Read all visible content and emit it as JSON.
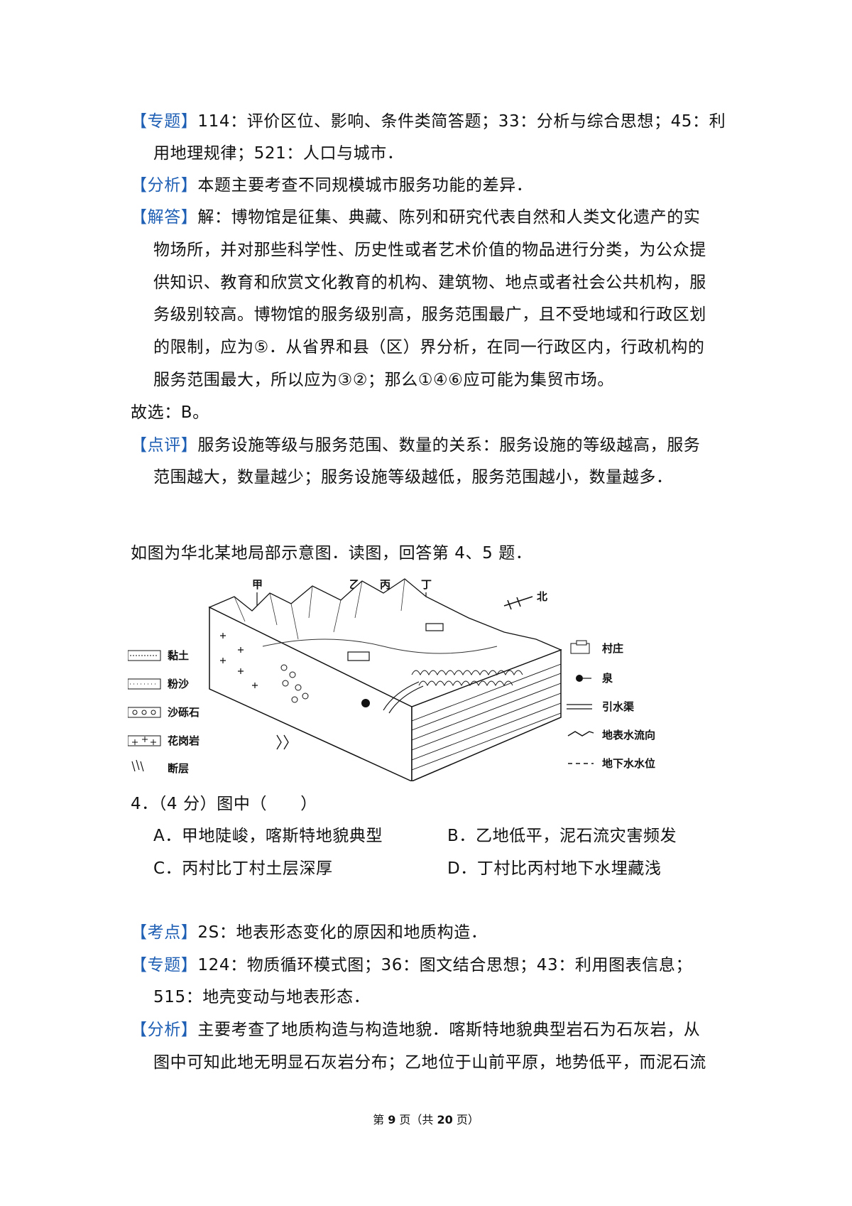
{
  "section1": {
    "zhuanti_tag": "【专题】",
    "zhuanti_line1": "114：评价区位、影响、条件类简答题；33：分析与综合思想；45：利",
    "zhuanti_line2": "用地理规律；521：人口与城市．",
    "fenxi_tag": "【分析】",
    "fenxi_text": "本题主要考查不同规模城市服务功能的差异．",
    "jieda_tag": "【解答】",
    "jieda_line1": "解：博物馆是征集、典藏、陈列和研究代表自然和人类文化遗产的实",
    "jieda_line2": "物场所，并对那些科学性、历史性或者艺术价值的物品进行分类，为公众提",
    "jieda_line3": "供知识、教育和欣赏文化教育的机构、建筑物、地点或者社会公共机构，服",
    "jieda_line4": "务级别较高。博物馆的服务级别高，服务范围最广，且不受地域和行政区划",
    "jieda_line5": "的限制，应为⑤．从省界和县（区）界分析，在同一行政区内，行政机构的",
    "jieda_line6": "服务范围最大，所以应为③②；那么①④⑥应可能为集贸市场。",
    "guxuan": "故选：B。",
    "dianping_tag": "【点评】",
    "dianping_line1": "服务设施等级与服务范围、数量的关系：服务设施的等级越高，服务",
    "dianping_line2": "范围越大，数量越少；服务设施等级越低，服务范围越小，数量越多．"
  },
  "intro": "如图为华北某地局部示意图．读图，回答第 4、5 题．",
  "figure": {
    "labels_top": [
      "甲",
      "乙",
      "丙",
      "丁"
    ],
    "north_label": "北",
    "legend_left": [
      "黏土",
      "粉沙",
      "沙砾石",
      "花岗岩",
      "断层"
    ],
    "legend_right": [
      "村庄",
      "泉",
      "引水渠",
      "地表水流向",
      "地下水水位"
    ]
  },
  "question": {
    "stem": "4．（4 分）图中（　　）",
    "options": [
      "A．甲地陡峻，喀斯特地貌典型",
      "B．乙地低平，泥石流灾害频发",
      "C．丙村比丁村土层深厚",
      "D．丁村比丙村地下水埋藏浅"
    ]
  },
  "section2": {
    "kaodian_tag": "【考点】",
    "kaodian_text": "2S：地表形态变化的原因和地质构造．",
    "zhuanti_tag": "【专题】",
    "zhuanti_line1": "124：物质循环模式图；36：图文结合思想；43：利用图表信息；",
    "zhuanti_line2": "515：地壳变动与地表形态．",
    "fenxi_tag": "【分析】",
    "fenxi_line1": "主要考查了地质构造与构造地貌．喀斯特地貌典型岩石为石灰岩，从",
    "fenxi_line2": "图中可知此地无明显石灰岩分布；乙地位于山前平原，地势低平，而泥石流"
  },
  "footer": {
    "pre": "第",
    "page": "9",
    "mid": "页（共",
    "total": "20",
    "post": "页）"
  }
}
